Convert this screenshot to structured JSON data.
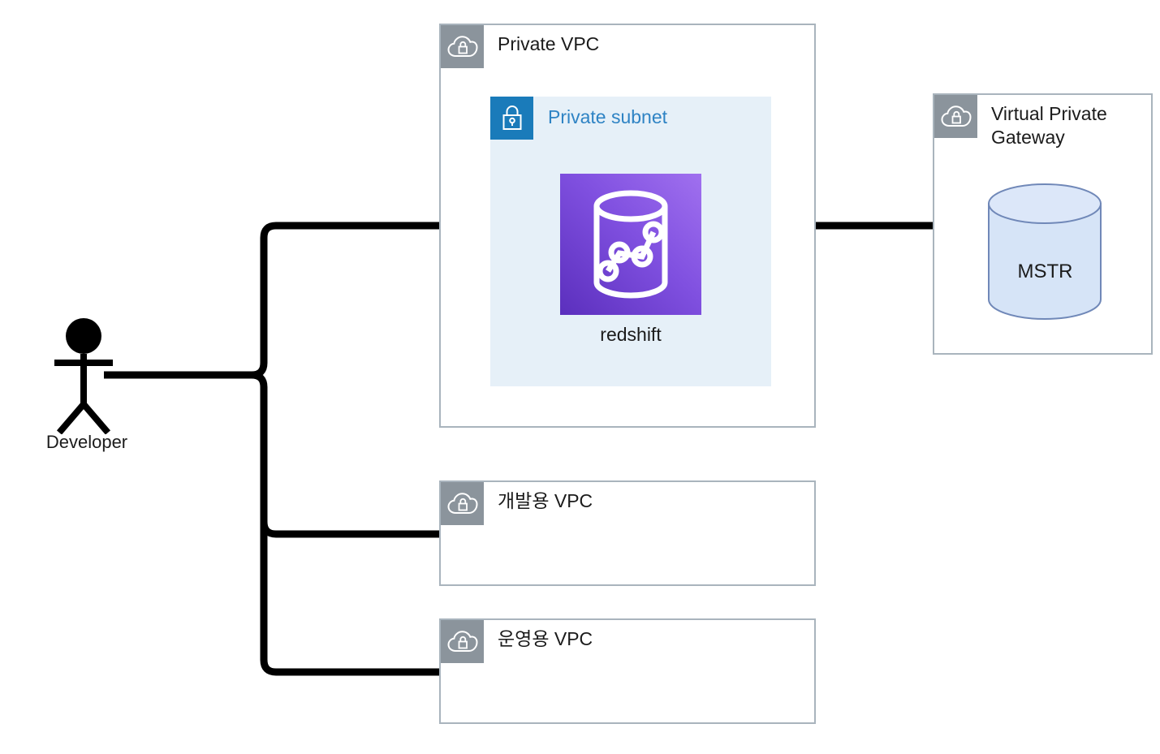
{
  "diagram": {
    "title": "AWS VPC network architecture with Redshift and MSTR",
    "background_color": "#ffffff",
    "line_color": "#000000"
  },
  "actor": {
    "name": "stick-figure-actor",
    "label": "Developer"
  },
  "groups": [
    {
      "id": "private-vpc",
      "label": "Private VPC",
      "icon": "vpc-cloud-lock-icon",
      "tab_color": "#8b949c",
      "border_color": "#a9b4bd"
    },
    {
      "id": "dev-vpc",
      "label": "개발용 VPC",
      "icon": "vpc-cloud-lock-icon",
      "tab_color": "#8b949c",
      "border_color": "#a9b4bd"
    },
    {
      "id": "prod-vpc",
      "label": "운영용 VPC",
      "icon": "vpc-cloud-lock-icon",
      "tab_color": "#8b949c",
      "border_color": "#a9b4bd"
    },
    {
      "id": "virtual-private-gateway",
      "label": "Virtual Private\nGateway",
      "icon": "vpc-cloud-lock-icon",
      "tab_color": "#8b949c",
      "border_color": "#a9b4bd"
    }
  ],
  "subnet": {
    "label": "Private subnet",
    "icon": "padlock-icon",
    "tab_color": "#1a7bba",
    "text_color": "#2e83c4",
    "fill_color": "#e6f0f8"
  },
  "service": {
    "label": "redshift",
    "icon": "redshift-icon",
    "gradient_from": "#a070ef",
    "gradient_to": "#5b2fbd"
  },
  "database": {
    "label": "MSTR",
    "icon": "database-cylinder-icon",
    "fill_color": "#d6e4f7",
    "stroke_color": "#7088b8"
  },
  "connections": [
    {
      "from": "Developer",
      "to": "Private VPC"
    },
    {
      "from": "Developer",
      "to": "개발용 VPC"
    },
    {
      "from": "Developer",
      "to": "운영용 VPC"
    },
    {
      "from": "Private VPC",
      "to": "Virtual Private Gateway"
    }
  ]
}
